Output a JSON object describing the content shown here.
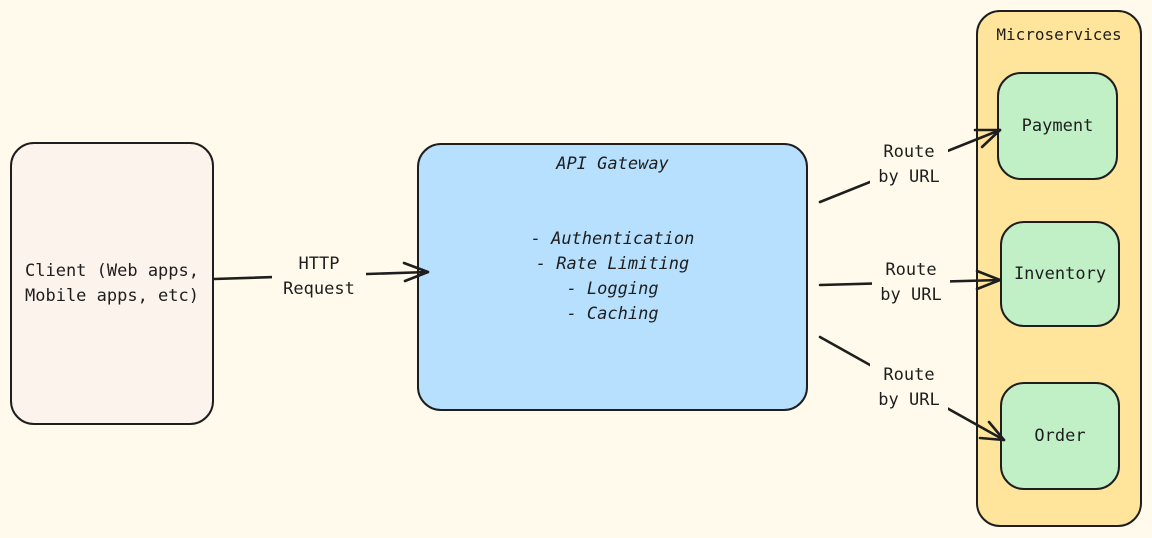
{
  "client": {
    "lines": [
      "Client (Web apps,",
      "Mobile apps, etc)"
    ]
  },
  "gateway": {
    "title": "API Gateway",
    "features": [
      "- Authentication",
      "- Rate Limiting",
      "- Logging",
      "- Caching"
    ]
  },
  "http_arrow": {
    "lines": [
      "HTTP",
      "Request"
    ]
  },
  "microservices": {
    "title": "Microservices",
    "services": [
      {
        "label": "Payment"
      },
      {
        "label": "Inventory"
      },
      {
        "label": "Order"
      }
    ]
  },
  "routes": [
    {
      "lines": [
        "Route",
        "by URL"
      ]
    },
    {
      "lines": [
        "Route",
        "by URL"
      ]
    },
    {
      "lines": [
        "Route",
        "by URL"
      ]
    }
  ],
  "colors": {
    "background": "#fffaeb",
    "client_fill": "#fcf3ec",
    "gateway_fill": "#b6e0fe",
    "container_fill": "#ffe59b",
    "service_fill": "#c1f0c7",
    "stroke": "#1e1e1e"
  }
}
